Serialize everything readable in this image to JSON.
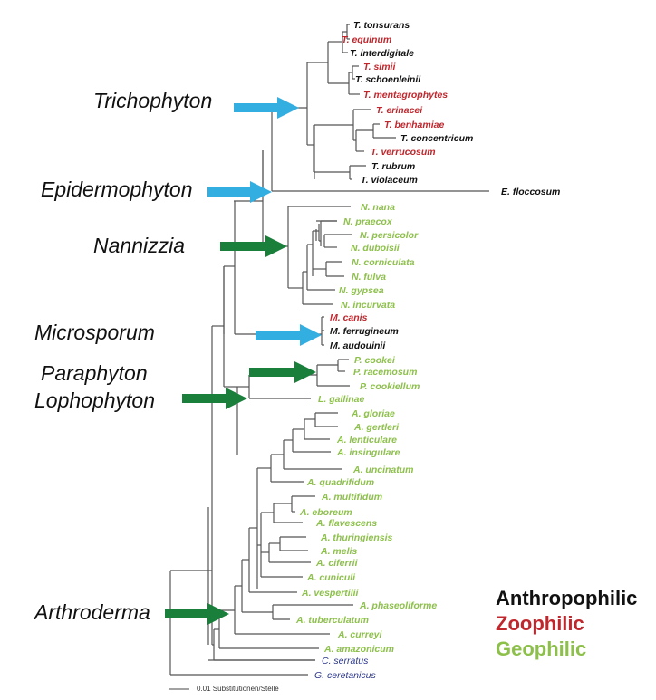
{
  "colors": {
    "anthropophilic": "#111111",
    "zoophilic": "#c0272d",
    "geophilic": "#8dc04b",
    "outgroup": "#2e3a8c",
    "arrow_blue": "#33aee0",
    "arrow_green": "#1a7f3a",
    "branch": "#555555"
  },
  "genus_labels": [
    {
      "id": "trichophyton",
      "text": "Trichophyton",
      "arrow": "blue"
    },
    {
      "id": "epidermophyton",
      "text": "Epidermophyton",
      "arrow": "blue"
    },
    {
      "id": "nannizzia",
      "text": "Nannizzia",
      "arrow": "green"
    },
    {
      "id": "microsporum",
      "text": "Microsporum",
      "arrow": "blue"
    },
    {
      "id": "paraphyton",
      "text": "Paraphyton",
      "arrow": "green"
    },
    {
      "id": "lophophyton",
      "text": "Lophophyton",
      "arrow": "green"
    },
    {
      "id": "arthroderma",
      "text": "Arthroderma",
      "arrow": "green"
    }
  ],
  "taxa": [
    {
      "name": "T. tonsurans",
      "ecology": "anthropophilic"
    },
    {
      "name": "T. equinum",
      "ecology": "zoophilic"
    },
    {
      "name": "T. interdigitale",
      "ecology": "anthropophilic"
    },
    {
      "name": "T. simii",
      "ecology": "zoophilic"
    },
    {
      "name": "T. schoenleinii",
      "ecology": "anthropophilic"
    },
    {
      "name": "T. mentagrophytes",
      "ecology": "zoophilic"
    },
    {
      "name": "T. erinacei",
      "ecology": "zoophilic"
    },
    {
      "name": "T. benhamiae",
      "ecology": "zoophilic"
    },
    {
      "name": "T. concentricum",
      "ecology": "anthropophilic"
    },
    {
      "name": "T. verrucosum",
      "ecology": "zoophilic"
    },
    {
      "name": "T. rubrum",
      "ecology": "anthropophilic"
    },
    {
      "name": "T. violaceum",
      "ecology": "anthropophilic"
    },
    {
      "name": "E. floccosum",
      "ecology": "anthropophilic"
    },
    {
      "name": "N. nana",
      "ecology": "geophilic"
    },
    {
      "name": "N. praecox",
      "ecology": "geophilic"
    },
    {
      "name": "N. persicolor",
      "ecology": "geophilic"
    },
    {
      "name": "N. duboisii",
      "ecology": "geophilic"
    },
    {
      "name": "N. corniculata",
      "ecology": "geophilic"
    },
    {
      "name": "N. fulva",
      "ecology": "geophilic"
    },
    {
      "name": "N. gypsea",
      "ecology": "geophilic"
    },
    {
      "name": "N. incurvata",
      "ecology": "geophilic"
    },
    {
      "name": "M. canis",
      "ecology": "zoophilic"
    },
    {
      "name": "M. ferrugineum",
      "ecology": "anthropophilic"
    },
    {
      "name": "M. audouinii",
      "ecology": "anthropophilic"
    },
    {
      "name": "P. cookei",
      "ecology": "geophilic"
    },
    {
      "name": "P. racemosum",
      "ecology": "geophilic"
    },
    {
      "name": "P. cookiellum",
      "ecology": "geophilic"
    },
    {
      "name": "L. gallinae",
      "ecology": "geophilic"
    },
    {
      "name": "A. gloriae",
      "ecology": "geophilic"
    },
    {
      "name": "A. gertleri",
      "ecology": "geophilic"
    },
    {
      "name": "A. lenticulare",
      "ecology": "geophilic"
    },
    {
      "name": "A. insingulare",
      "ecology": "geophilic"
    },
    {
      "name": "A. uncinatum",
      "ecology": "geophilic"
    },
    {
      "name": "A. quadrifidum",
      "ecology": "geophilic"
    },
    {
      "name": "A. multifidum",
      "ecology": "geophilic"
    },
    {
      "name": "A. eboreum",
      "ecology": "geophilic"
    },
    {
      "name": "A. flavescens",
      "ecology": "geophilic"
    },
    {
      "name": "A. thuringiensis",
      "ecology": "geophilic"
    },
    {
      "name": "A. melis",
      "ecology": "geophilic"
    },
    {
      "name": "A. ciferrii",
      "ecology": "geophilic"
    },
    {
      "name": "A. cuniculi",
      "ecology": "geophilic"
    },
    {
      "name": "A. vespertilii",
      "ecology": "geophilic"
    },
    {
      "name": "A. phaseoliforme",
      "ecology": "geophilic"
    },
    {
      "name": "A. tuberculatum",
      "ecology": "geophilic"
    },
    {
      "name": "A. curreyi",
      "ecology": "geophilic"
    },
    {
      "name": "A. amazonicum",
      "ecology": "geophilic"
    },
    {
      "name": "C. serratus",
      "ecology": "outgroup"
    },
    {
      "name": "G. ceretanicus",
      "ecology": "outgroup"
    }
  ],
  "legend": [
    {
      "label": "Anthropophilic",
      "ecology": "anthropophilic"
    },
    {
      "label": "Zoophilic",
      "ecology": "zoophilic"
    },
    {
      "label": "Geophilic",
      "ecology": "geophilic"
    }
  ],
  "scale_bar": {
    "label": "0.01 Substitutionen/Stelle"
  }
}
